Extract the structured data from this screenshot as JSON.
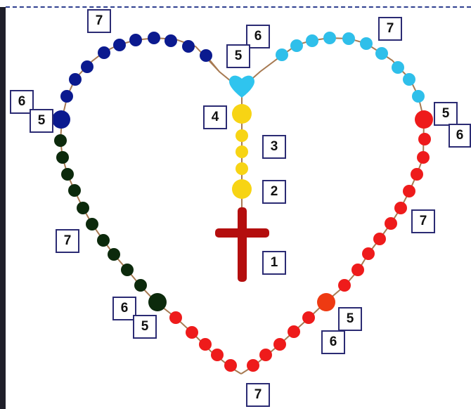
{
  "colors": {
    "navy": "#0b1a8f",
    "sky": "#2fbfea",
    "red": "#ee1b1b",
    "black_green": "#0c2a0c",
    "yellow": "#f7d414",
    "cross": "#b40e0e",
    "chain": "#a77a52"
  },
  "labels": {
    "l_top_left_7": "7",
    "l_top_6": "6",
    "l_top_5": "5",
    "l_top_right_7": "7",
    "l_left_6": "6",
    "l_left_5": "5",
    "l_right_5": "5",
    "l_right_6": "6",
    "l_4": "4",
    "l_3": "3",
    "l_2": "2",
    "l_1": "1",
    "l_right_7": "7",
    "l_left_7": "7",
    "l_bl_6": "6",
    "l_bl_5": "5",
    "l_br_5": "5",
    "l_br_6": "6",
    "l_bottom_7": "7"
  }
}
